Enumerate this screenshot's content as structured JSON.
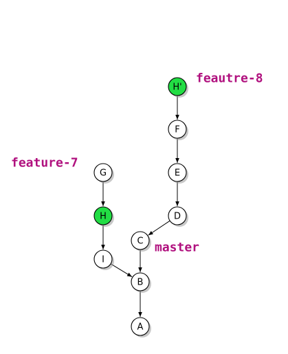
{
  "commits": [
    {
      "id": "h_prime",
      "label": "H'",
      "highlight": true
    },
    {
      "id": "f",
      "label": "F",
      "highlight": false
    },
    {
      "id": "e",
      "label": "E",
      "highlight": false
    },
    {
      "id": "d",
      "label": "D",
      "highlight": false
    },
    {
      "id": "c",
      "label": "C",
      "highlight": false
    },
    {
      "id": "g",
      "label": "G",
      "highlight": false
    },
    {
      "id": "h",
      "label": "H",
      "highlight": true
    },
    {
      "id": "i",
      "label": "I",
      "highlight": false
    },
    {
      "id": "b",
      "label": "B",
      "highlight": false
    },
    {
      "id": "a",
      "label": "A",
      "highlight": false
    }
  ],
  "edges": [
    {
      "from": "h_prime",
      "to": "f"
    },
    {
      "from": "f",
      "to": "e"
    },
    {
      "from": "e",
      "to": "d"
    },
    {
      "from": "d",
      "to": "c"
    },
    {
      "from": "c",
      "to": "b"
    },
    {
      "from": "g",
      "to": "h"
    },
    {
      "from": "h",
      "to": "i"
    },
    {
      "from": "i",
      "to": "b"
    },
    {
      "from": "b",
      "to": "a"
    }
  ],
  "branches": [
    {
      "id": "feautre-8",
      "label": "feautre-8",
      "target": "h_prime"
    },
    {
      "id": "feature-7",
      "label": "feature-7",
      "target": "g"
    },
    {
      "id": "master",
      "label": "master",
      "target": "c"
    }
  ],
  "colors": {
    "highlight_fill": "#22dd44",
    "normal_fill": "#ffffff",
    "label_color": "#b0107e",
    "edge_color": "#000000"
  }
}
